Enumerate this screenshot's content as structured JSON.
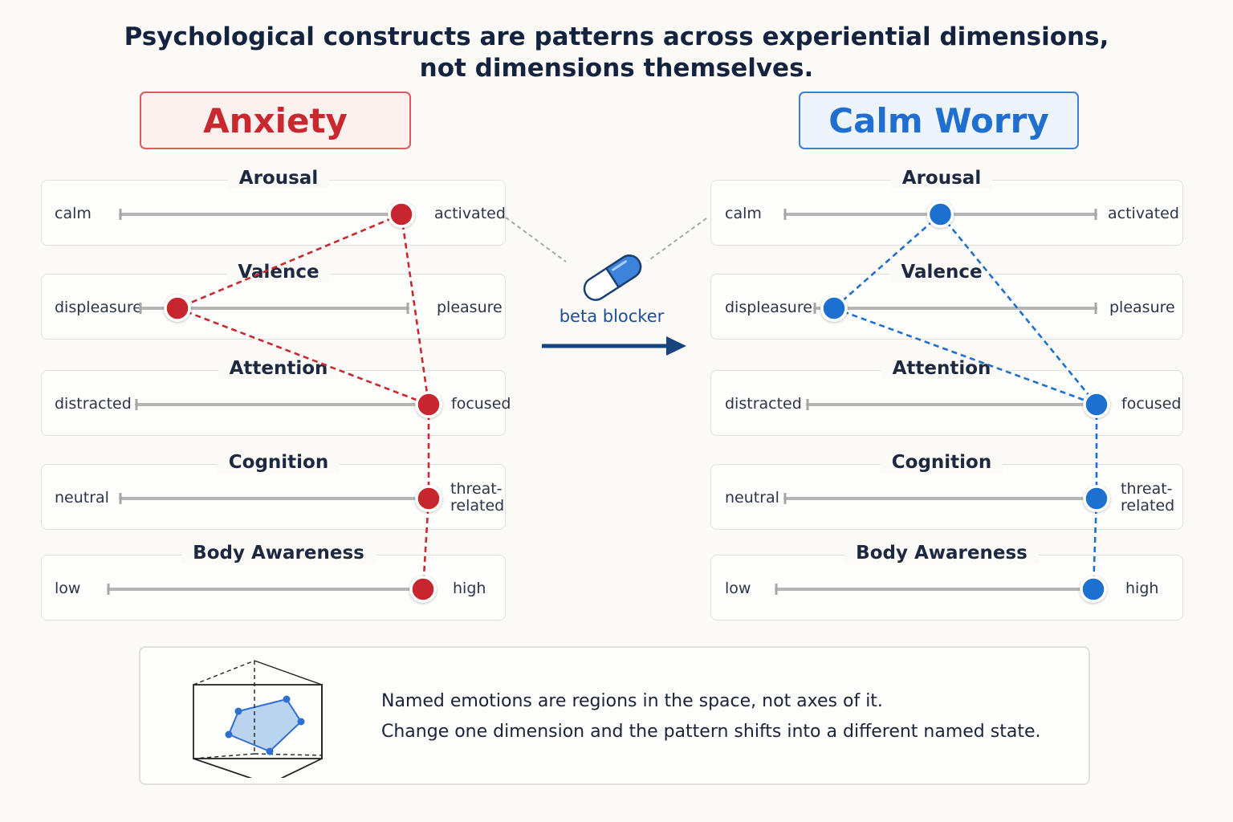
{
  "headline": {
    "line1": "Psychological constructs are patterns across experiential dimensions,",
    "line2": "not dimensions themselves."
  },
  "colors": {
    "anxiety": "#c8282e",
    "calm_worry": "#1f6fd0",
    "arrow": "#17437e",
    "track": "#b5b5b5"
  },
  "intervention": {
    "label": "beta blocker",
    "icon": "capsule-pill-icon"
  },
  "constructs": [
    {
      "key": "anxiety",
      "title": "Anxiety",
      "dimensions": [
        {
          "name": "Arousal",
          "low": "calm",
          "high": "activated",
          "level": 1.0
        },
        {
          "name": "Valence",
          "low": "displeasure",
          "high": "pleasure",
          "level": 0.0
        },
        {
          "name": "Attention",
          "low": "distracted",
          "high": "focused",
          "level": 1.0
        },
        {
          "name": "Cognition",
          "low": "neutral",
          "high": "threat-\nrelated",
          "level": 1.0
        },
        {
          "name": "Body Awareness",
          "low": "low",
          "high": "high",
          "level": 1.0
        }
      ]
    },
    {
      "key": "calm_worry",
      "title": "Calm Worry",
      "dimensions": [
        {
          "name": "Arousal",
          "low": "calm",
          "high": "activated",
          "level": 0.5
        },
        {
          "name": "Valence",
          "low": "displeasure",
          "high": "pleasure",
          "level": 0.0
        },
        {
          "name": "Attention",
          "low": "distracted",
          "high": "focused",
          "level": 1.0
        },
        {
          "name": "Cognition",
          "low": "neutral",
          "high": "threat-\nrelated",
          "level": 1.0
        },
        {
          "name": "Body Awareness",
          "low": "low",
          "high": "high",
          "level": 1.0
        }
      ]
    }
  ],
  "note": {
    "icon": "region-in-cube-icon",
    "line1": "Named emotions are regions in the space, not axes of it.",
    "line2": "Change one dimension and the pattern shifts into a different named state."
  }
}
